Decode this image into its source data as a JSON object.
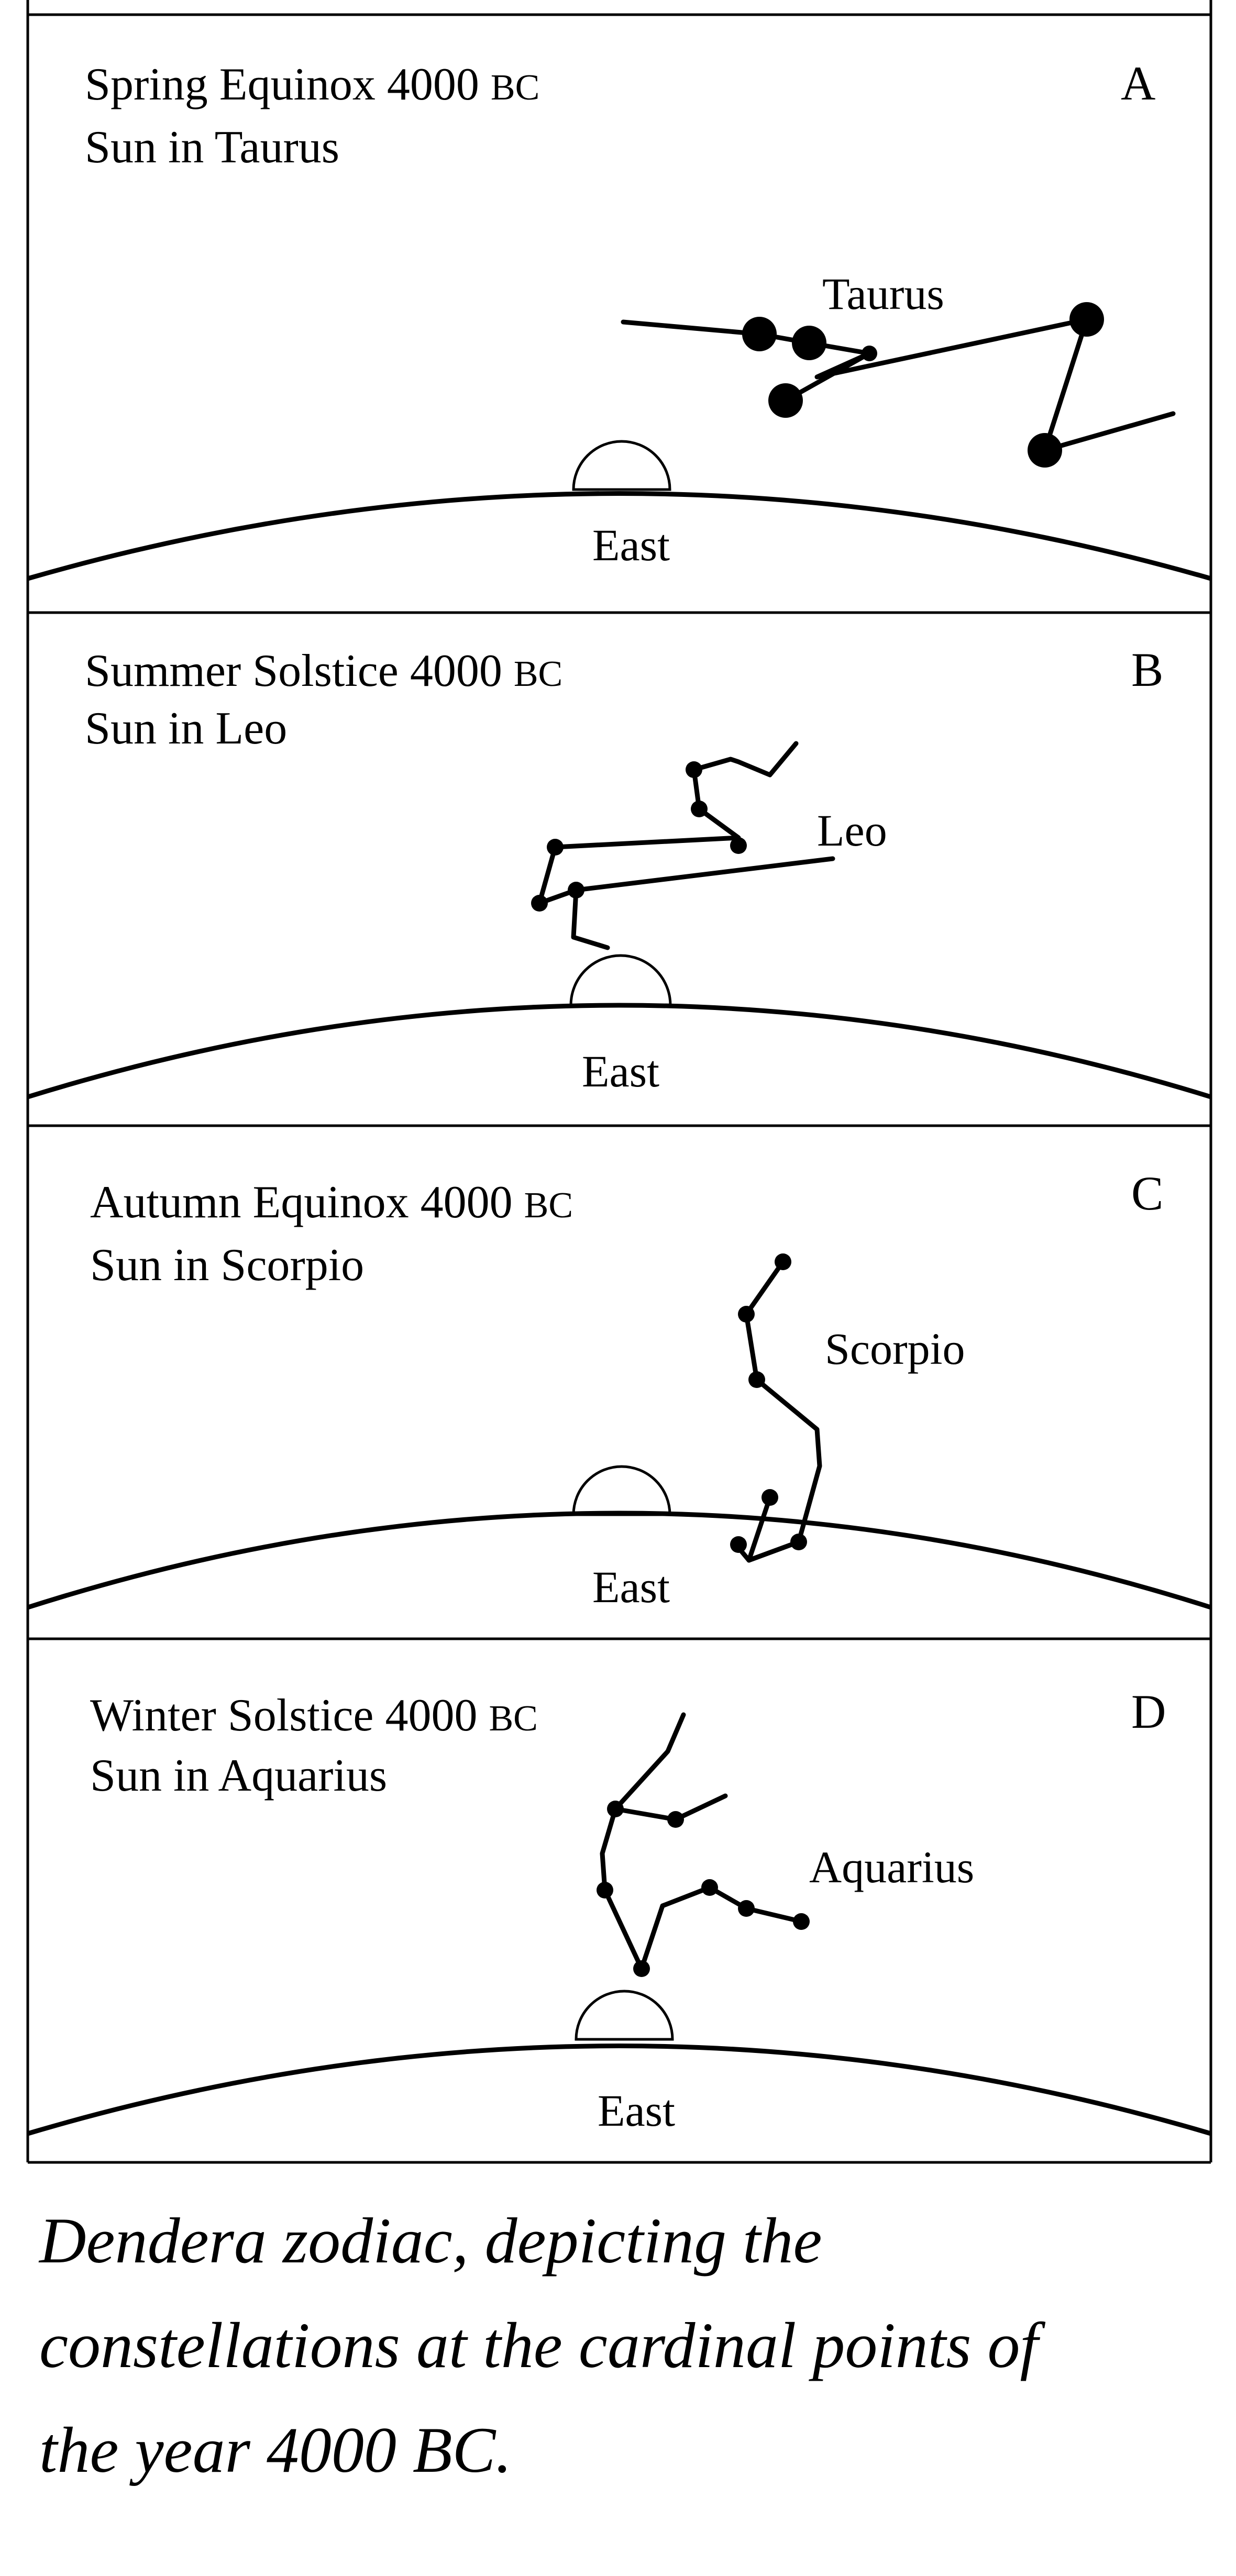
{
  "panels": [
    {
      "letter": "A",
      "title_line1_prefix": "Spring Equinox 4000 ",
      "era": "BC",
      "title_line2": "Sun in Taurus",
      "constellation": "Taurus",
      "horizon_label": "East"
    },
    {
      "letter": "B",
      "title_line1_prefix": "Summer Solstice 4000 ",
      "era": "BC",
      "title_line2": "Sun in Leo",
      "constellation": "Leo",
      "horizon_label": "East"
    },
    {
      "letter": "C",
      "title_line1_prefix": "Autumn Equinox 4000 ",
      "era": "BC",
      "title_line2": "Sun in Scorpio",
      "constellation": "Scorpio",
      "horizon_label": "East"
    },
    {
      "letter": "D",
      "title_line1_prefix": "Winter Solstice 4000 ",
      "era": "BC",
      "title_line2": "Sun in Aquarius",
      "constellation": "Aquarius",
      "horizon_label": "East"
    }
  ],
  "caption": {
    "line1": "Dendera zodiac, depicting the",
    "line2": "constellations at the cardinal points of",
    "line3": "the year 4000 BC."
  }
}
